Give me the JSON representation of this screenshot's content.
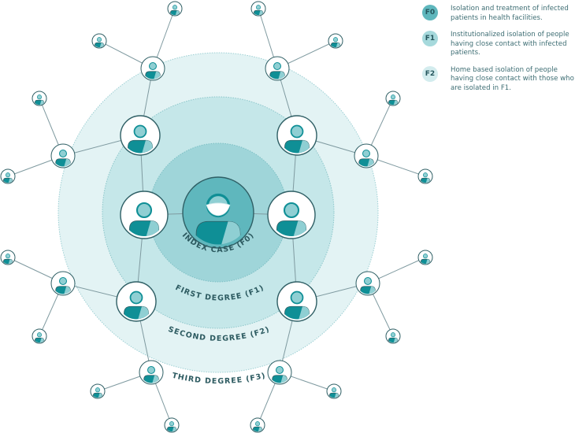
{
  "legend": [
    {
      "badge": "F0",
      "text": "Isolation and treatment of infected patients in health facilities.",
      "color": "#5fb7bd"
    },
    {
      "badge": "F1",
      "text": "Institutionalized isolation of people having close contact with infected patients.",
      "color": "#a6d9dc"
    },
    {
      "badge": "F2",
      "text": "Home based isolation of people having close contact with those who are isolated in F1.",
      "color": "#d3ecee"
    }
  ],
  "rings": {
    "index_label": "INDEX CASE (F0)",
    "first_label": "FIRST DEGREE (F1)",
    "second_label": "SECOND DEGREE (F2)",
    "third_label": "THIRD DEGREE (F3)"
  },
  "colors": {
    "teal": "#0f8f96",
    "teal_light": "#8fcfd3",
    "ring0": "#7cc4c9",
    "ring1": "#b3dfe2",
    "ring2": "#e3f3f4",
    "line": "#7f9aa0"
  }
}
